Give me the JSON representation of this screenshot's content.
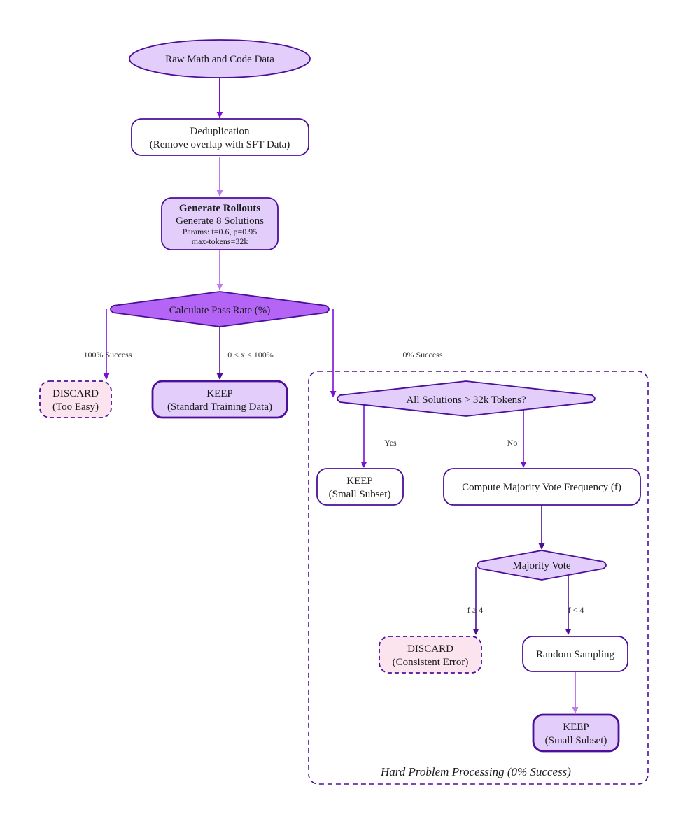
{
  "colors": {
    "stroke": "#4b0f9a",
    "node_fill_light": "#e2cdfb",
    "node_fill_dark": "#b465f5",
    "node_fill_white": "#ffffff",
    "discard_fill": "#fce4ee",
    "edge_dark": "#7a10d8",
    "edge_light": "#c07af0",
    "cluster_border": "#4b0f9a"
  },
  "nodes": {
    "raw_data": {
      "label": "Raw Math and Code Data"
    },
    "dedup": {
      "line1": "Deduplication",
      "line2": "(Remove overlap with SFT Data)"
    },
    "rollouts": {
      "title": "Generate Rollouts",
      "line2": "Generate 8 Solutions",
      "line3": "Params: t=0.6, p=0.95",
      "line4": "max-tokens=32k"
    },
    "pass_rate": {
      "label": "Calculate Pass Rate (%)"
    },
    "discard_easy": {
      "line1": "DISCARD",
      "line2": "(Too Easy)"
    },
    "keep_standard": {
      "line1": "KEEP",
      "line2": "(Standard Training Data)"
    },
    "token_check": {
      "label": "All Solutions > 32k Tokens?"
    },
    "keep_small_1": {
      "line1": "KEEP",
      "line2": "(Small Subset)"
    },
    "majority_freq": {
      "label": "Compute Majority Vote Frequency (f)"
    },
    "majority_vote": {
      "label": "Majority Vote"
    },
    "discard_error": {
      "line1": "DISCARD",
      "line2": "(Consistent Error)"
    },
    "random_sampling": {
      "label": "Random Sampling"
    },
    "keep_small_2": {
      "line1": "KEEP",
      "line2": "(Small Subset)"
    }
  },
  "edges": {
    "success_100": "100% Success",
    "success_partial": "0 < x < 100%",
    "success_0": "0% Success",
    "yes": "Yes",
    "no": "No",
    "f_ge_4": "f ≥ 4",
    "f_lt_4": "f < 4"
  },
  "cluster": {
    "label": "Hard Problem Processing (0% Success)"
  }
}
